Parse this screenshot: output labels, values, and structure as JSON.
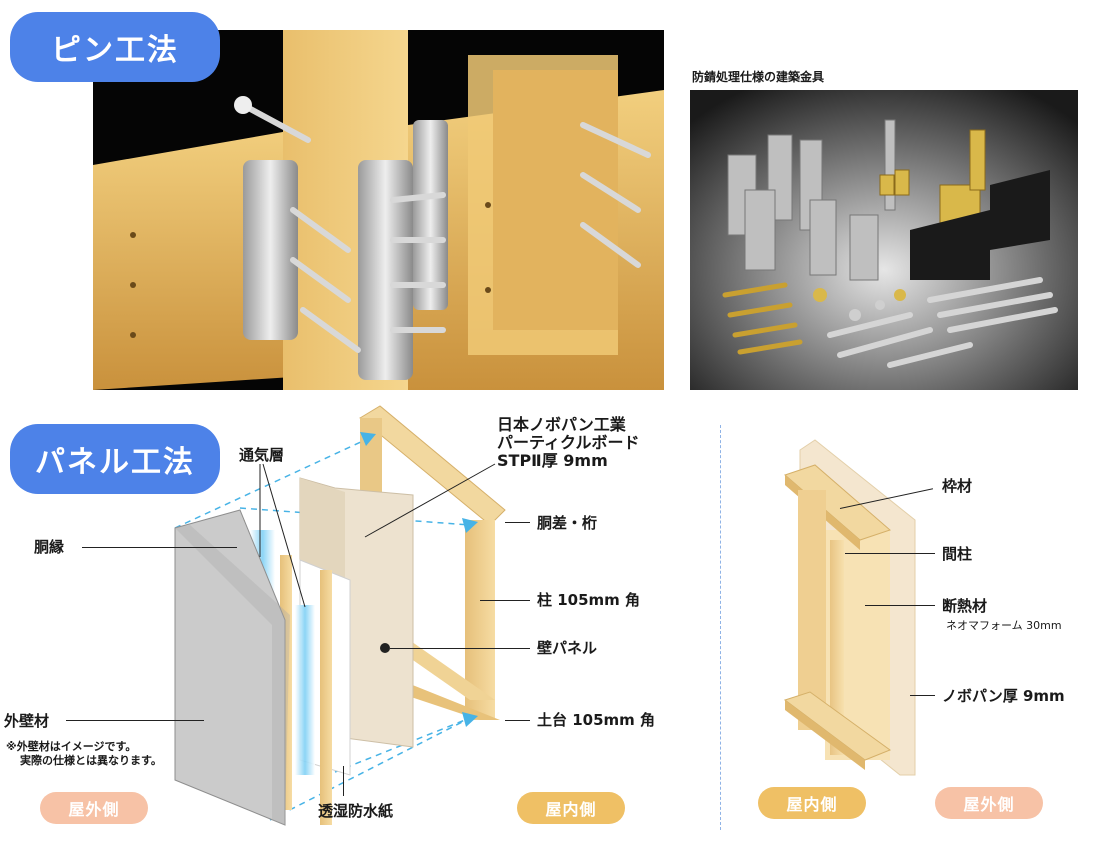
{
  "top": {
    "pin_title": "ピン工法",
    "hardware_caption": "防錆処理仕様の建築金具"
  },
  "panel": {
    "title": "パネル工法",
    "labels": {
      "tsuuki": "通気層",
      "dobuchi": "胴縁",
      "gaiheki": "外壁材",
      "note1": "※外壁材はイメージです。",
      "note2": "実際の仕様とは異なります。",
      "board1": "日本ノボパン工業",
      "board2": "パーティクルボード",
      "board3": "STPⅡ厚 9mm",
      "dosashi": "胴差・桁",
      "hashira": "柱 105mm 角",
      "kabe": "壁パネル",
      "dodai": "土台 105mm 角",
      "toshitsu": "透湿防水紙"
    },
    "side_outside": "屋外側",
    "side_inside": "屋内側"
  },
  "section": {
    "labels": {
      "waku": "枠材",
      "mabashira": "間柱",
      "dannetsu": "断熱材",
      "dannetsu_sub": "ネオマフォーム 30mm",
      "novopan": "ノボパン厚 9mm"
    },
    "side_inside": "屋内側",
    "side_outside": "屋外側"
  },
  "colors": {
    "accent_blue": "#4d82e8",
    "peach": "#f7c2a6",
    "gold": "#efc065",
    "wood": "#e8c27a",
    "arrow_blue": "#47b3e6"
  }
}
